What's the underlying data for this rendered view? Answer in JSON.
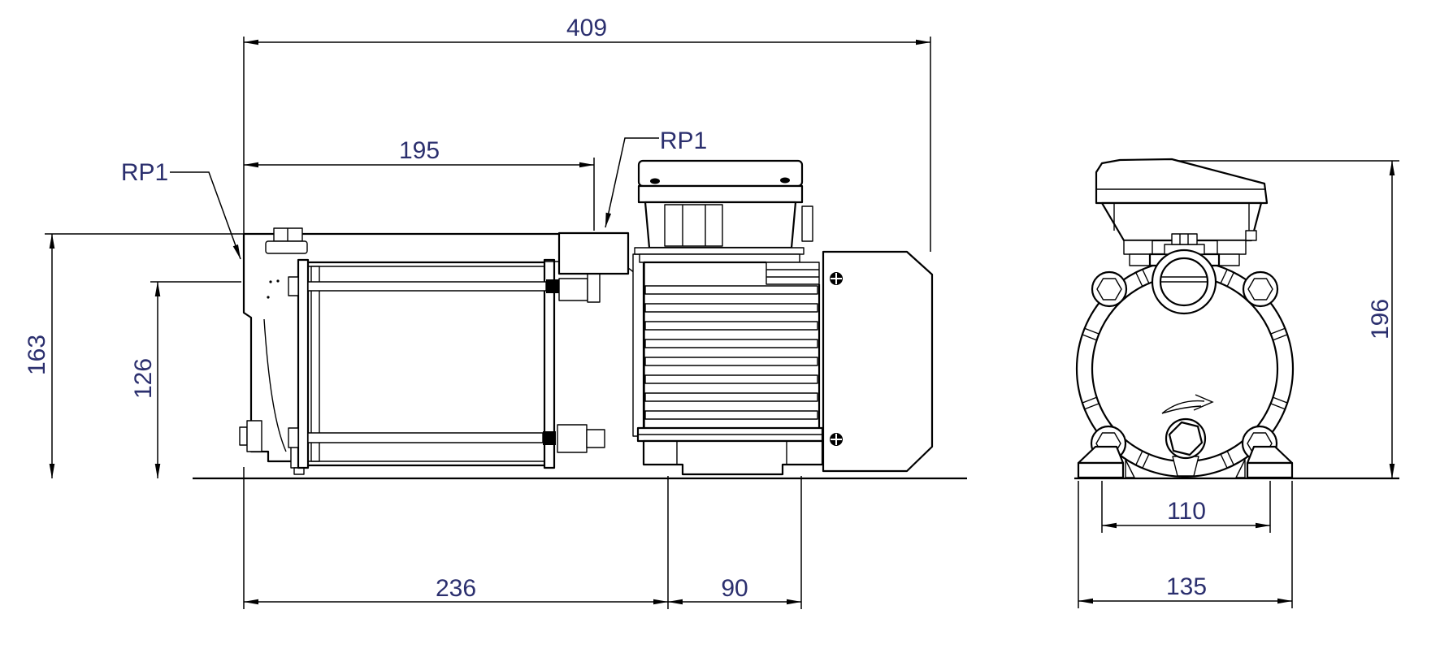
{
  "colors": {
    "line_color": "#000000",
    "dimension_color": "#2b2f6e",
    "background": "#ffffff"
  },
  "side_view": {
    "inlet_port_label": "RP1",
    "discharge_port_label": "RP1",
    "dim_overall_length": "409",
    "dim_inlet_to_discharge": "195",
    "dim_total_height": "163",
    "dim_inlet_height": "126",
    "dim_pump_base_length": "236",
    "dim_motor_foot_length": "90"
  },
  "front_view": {
    "dim_total_height": "196",
    "dim_foot_hole_spacing": "110",
    "dim_foot_width": "135"
  }
}
